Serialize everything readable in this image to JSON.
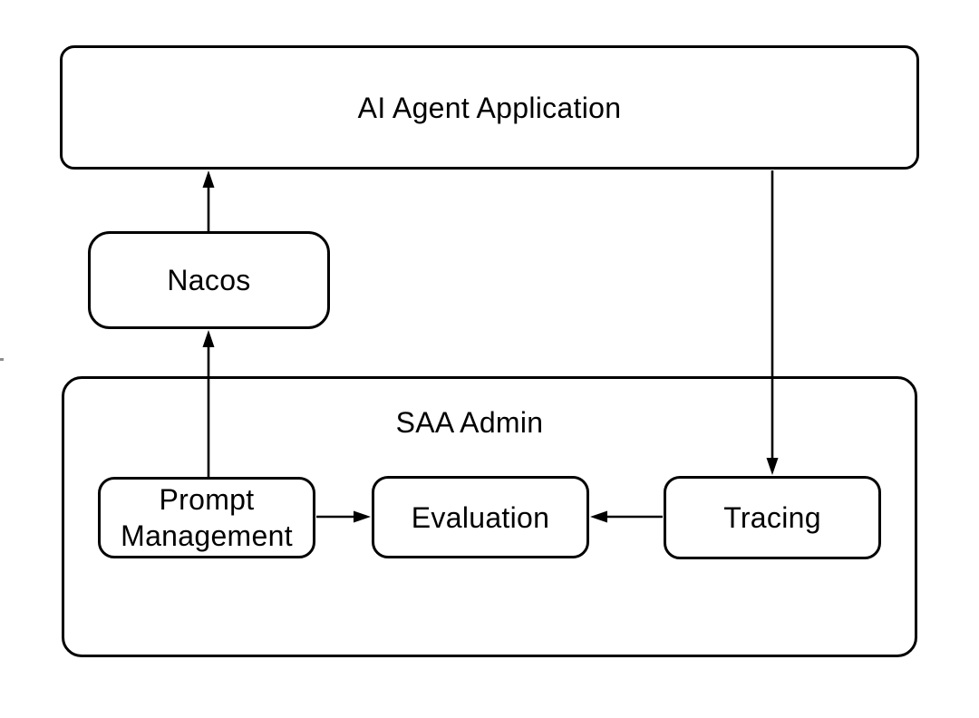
{
  "diagram": {
    "type": "flowchart",
    "background": "#ffffff",
    "stroke_color": "#000000",
    "text_color": "#000000",
    "nodes": {
      "ai_agent_application": {
        "label": "AI Agent Application"
      },
      "nacos": {
        "label": "Nacos"
      },
      "saa_admin": {
        "label": "SAA Admin"
      },
      "prompt_management": {
        "label": "Prompt Management"
      },
      "evaluation": {
        "label": "Evaluation"
      },
      "tracing": {
        "label": "Tracing"
      }
    },
    "edges": [
      {
        "from": "nacos",
        "to": "ai_agent_application",
        "direction": "up"
      },
      {
        "from": "prompt_management",
        "to": "nacos",
        "direction": "up"
      },
      {
        "from": "prompt_management",
        "to": "evaluation",
        "direction": "right"
      },
      {
        "from": "tracing",
        "to": "evaluation",
        "direction": "left"
      },
      {
        "from": "ai_agent_application",
        "to": "tracing",
        "direction": "down"
      }
    ]
  }
}
